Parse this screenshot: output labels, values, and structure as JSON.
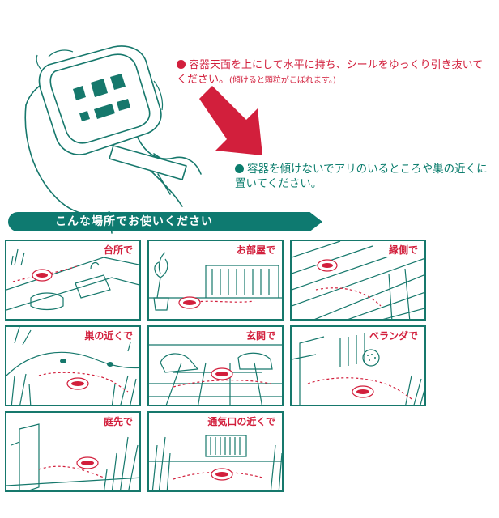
{
  "instructions": [
    {
      "text": "容器天面を上にして水平に持ち、シールをゆっくり引き抜いてください。",
      "note": "(傾けると顆粒がこぼれます。)"
    },
    {
      "text": "容器を傾けないでアリのいるところや巣の近くに置いてください。"
    }
  ],
  "banner": {
    "title": "こんな場所でお使いください"
  },
  "locations": [
    {
      "label": "台所で"
    },
    {
      "label": "お部屋で"
    },
    {
      "label": "縁側で"
    },
    {
      "label": "巣の近くで"
    },
    {
      "label": "玄関で"
    },
    {
      "label": "ベランダで"
    },
    {
      "label": "庭先で"
    },
    {
      "label": "通気口の近くで"
    }
  ],
  "colors": {
    "teal": "#0e7a70",
    "red": "#d21f3c"
  }
}
